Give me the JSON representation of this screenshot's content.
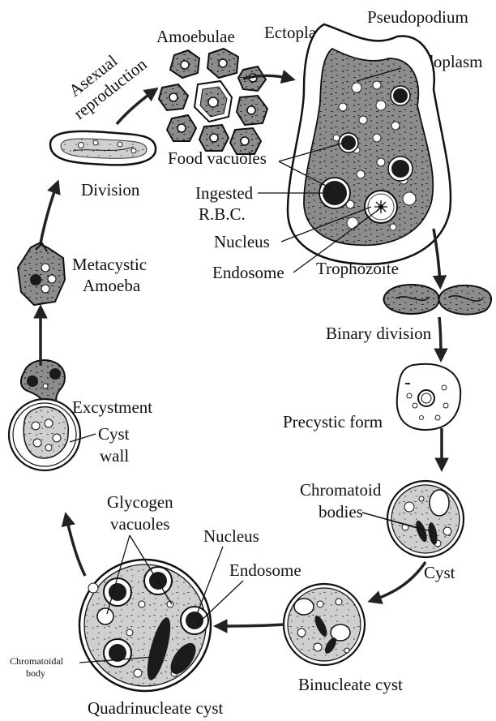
{
  "labels": {
    "amoebulae": "Amoebulae",
    "ectoplasm": "Ectoplasm",
    "pseudopodium": "Pseudopodium",
    "endoplasm": "Endoplasm",
    "asexual": "Asexual",
    "reproduction": "reproduction",
    "division": "Division",
    "food_vacuoles": "Food vacuoles",
    "ingested": "Ingested",
    "rbc": "R.B.C.",
    "nucleus_top": "Nucleus",
    "endosome_top": "Endosome",
    "trophozoite": "Trophozoite",
    "metacystic": "Metacystic",
    "amoeba": "Amoeba",
    "binary_division": "Binary division",
    "excystment": "Excystment",
    "cyst_wall_1": "Cyst",
    "cyst_wall_2": "wall",
    "precystic_form": "Precystic form",
    "chromatoid": "Chromatoid",
    "bodies": "bodies",
    "glycogen": "Glycogen",
    "vacuoles": "vacuoles",
    "nucleus_bottom": "Nucleus",
    "endosome_bottom": "Endosome",
    "cyst": "Cyst",
    "chromatoidal": "Chromatoidal",
    "body": "body",
    "binucleate_cyst": "Binucleate cyst",
    "quadrinucleate_cyst": "Quadrinucleate cyst"
  },
  "colors": {
    "cytoplasm": "#8a8a8a",
    "cytoplasm_light": "#c9c9c9",
    "vacuole": "#ffffff",
    "dark": "#1a1a1a",
    "outline": "#111111"
  }
}
